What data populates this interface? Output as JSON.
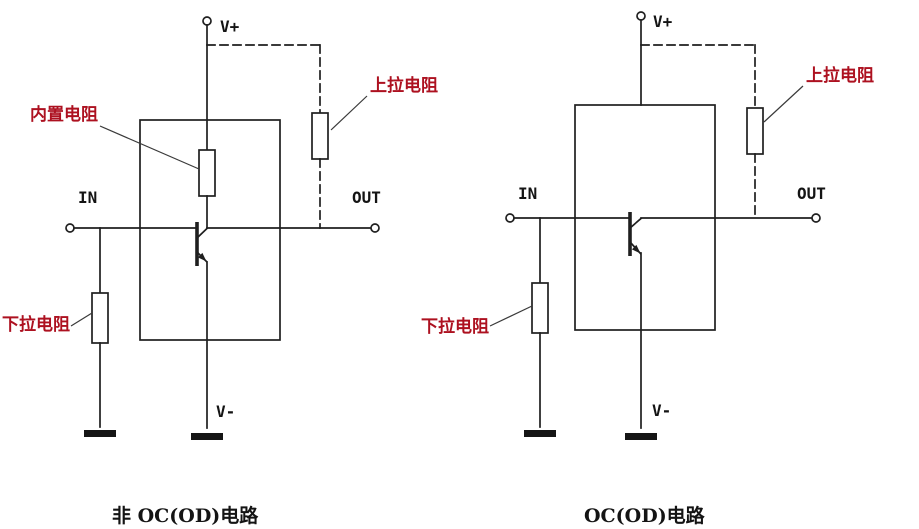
{
  "diagram": {
    "background": "#ffffff",
    "colors": {
      "wire": "#1f1f1f",
      "annotation_red": "#ad1120",
      "text": "#141414"
    },
    "left_circuit": {
      "caption": "非 OC(OD)电路",
      "labels": {
        "v_plus": "V+",
        "v_minus": "V-",
        "input": "IN",
        "output": "OUT"
      },
      "annotations": {
        "internal_resistor": "内置电阻",
        "pullup_resistor": "上拉电阻",
        "pulldown_resistor": "下拉电阻"
      }
    },
    "right_circuit": {
      "caption": "OC(OD)电路",
      "labels": {
        "v_plus": "V+",
        "v_minus": "V-",
        "input": "IN",
        "output": "OUT"
      },
      "annotations": {
        "pullup_resistor": "上拉电阻",
        "pulldown_resistor": "下拉电阻"
      }
    }
  }
}
